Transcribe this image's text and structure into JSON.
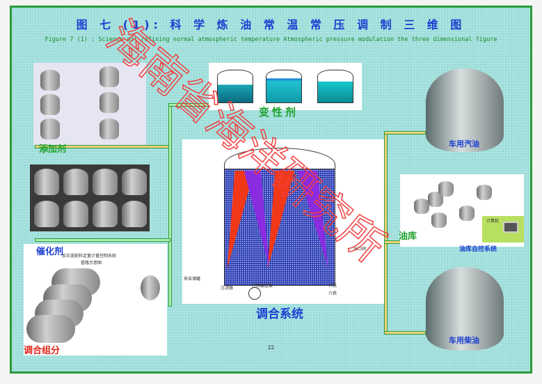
{
  "title": "图 七 (1): 科 学 炼 油 常 温 常 压 调 制 三 维 图",
  "subtitle": "Figure 7 (1) : Science oil refining normal atmospheric temperature Atmospheric pressure  modulation the three dimensional figure",
  "labels": {
    "additive": "添加剂",
    "denaturant": "变性剂",
    "catalyst": "催化剂",
    "blend_components": "调合组分",
    "blending_system": "调合系统",
    "gasoline": "车用汽油",
    "depot": "油库",
    "depot_control": "油库自控系统",
    "diesel": "车用柴油"
  },
  "small_labels": {
    "reactor_title": "反应釜配料定量计量控制系统",
    "reactor_sub": "管路示意图",
    "from_tank": "来自储罐",
    "filter": "过滤器",
    "pump": "齐频输送泵",
    "outlet": "出口阀",
    "medium1": "介质",
    "medium2": "介质",
    "computer": "计算机"
  },
  "page_number": "22",
  "watermark": "海南省海洋研究所",
  "colors": {
    "background": "#a9e3e0",
    "border": "#2a9a3a",
    "title": "#1a3fd0",
    "label_green": "#1ea12c",
    "label_red": "#e0231a"
  }
}
